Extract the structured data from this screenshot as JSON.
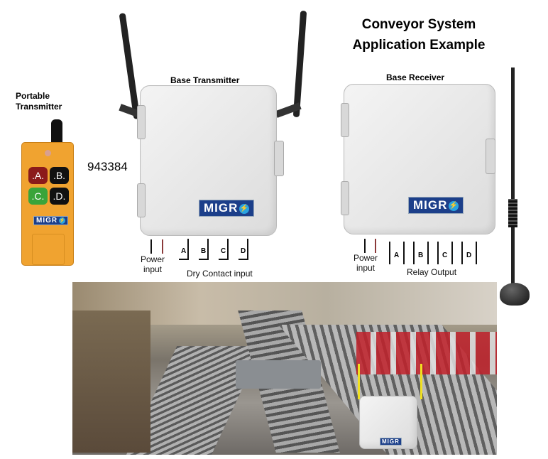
{
  "title": {
    "line1": "Conveyor System",
    "line2": "Application Example"
  },
  "portable_transmitter": {
    "label_line1": "Portable",
    "label_line2": "Transmitter",
    "buttons": [
      ".A.",
      ".B.",
      ".C.",
      ".D."
    ],
    "button_colors": [
      "#8b1a1a",
      "#111111",
      "#3aa43a",
      "#111111"
    ],
    "logo": "MIGR"
  },
  "code": "943384",
  "base_transmitter": {
    "label": "Base Transmitter",
    "logo": "MIGR",
    "power_label_line1": "Power",
    "power_label_line2": "input",
    "inputs": [
      "A",
      "B",
      "C",
      "D"
    ],
    "inputs_label": "Dry Contact input"
  },
  "base_receiver": {
    "label": "Base Receiver",
    "logo": "MIGR",
    "power_label_line1": "Power",
    "power_label_line2": "input",
    "outputs": [
      "A",
      "B",
      "C",
      "D"
    ],
    "outputs_label": "Relay Output"
  },
  "photo": {
    "logo": "MIGR"
  },
  "colors": {
    "remote": "#f0a330",
    "logo_bg": "#1c3f8a"
  }
}
